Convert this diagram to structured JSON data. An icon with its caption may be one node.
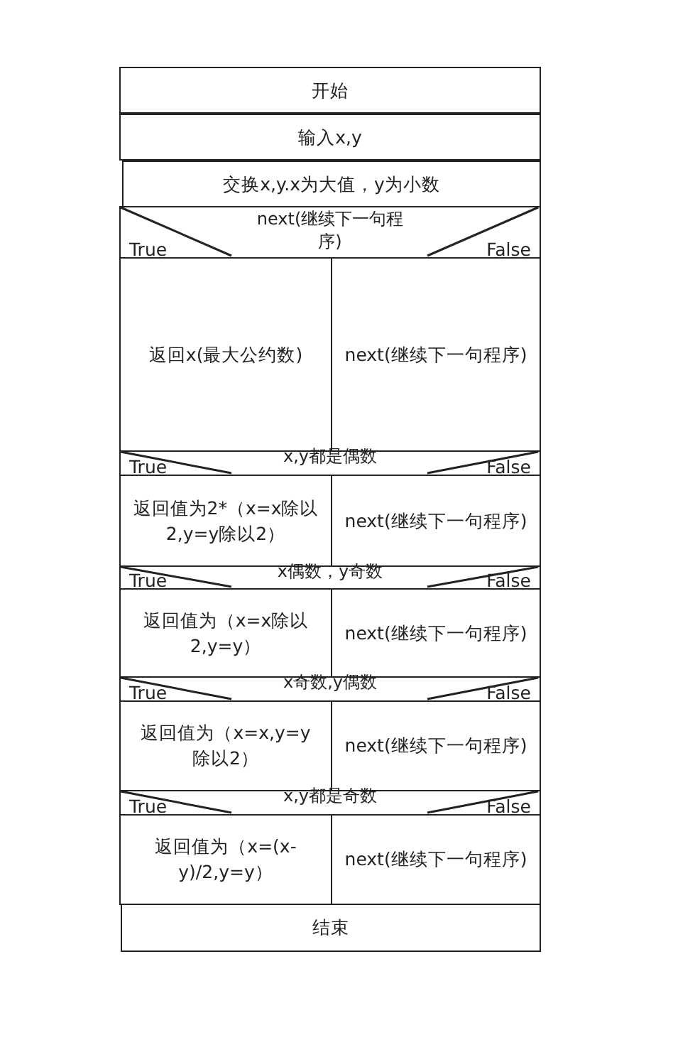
{
  "diagram": {
    "nodes": [
      {
        "text": [
          "开始"
        ]
      },
      {
        "text": [
          "输入x,y"
        ]
      },
      {
        "text": [
          "交换x,y.x为大值，y为小数"
        ]
      },
      {
        "text": [
          "next(继续下一句程序)",
          "True",
          "False"
        ]
      },
      {
        "text": [
          "返回x(最大公约数)"
        ]
      },
      {
        "text": [
          "next(继续下一句程序)"
        ]
      },
      {
        "text": [
          "True",
          "x,y都是偶数",
          "False"
        ]
      },
      {
        "text": [
          "返回值为2*（x=x除以2,y=y除以2）"
        ]
      },
      {
        "text": [
          "next(继续下一句程序)"
        ]
      },
      {
        "text": [
          "True",
          "x偶数，y奇数",
          "False"
        ]
      },
      {
        "text": [
          "返回值为（x=x除以2,y=y）"
        ]
      },
      {
        "text": [
          "next(继续下一句程序)"
        ]
      },
      {
        "text": [
          "True",
          "x奇数,y偶数",
          "False"
        ]
      },
      {
        "text": [
          "返回值为（x=x,y=y除以2）"
        ]
      },
      {
        "text": [
          "next(继续下一句程序)"
        ]
      },
      {
        "text": [
          "True",
          "x,y都是奇数",
          "False"
        ]
      },
      {
        "text": [
          "返回值为（x=(x-y)/2,y=y）"
        ]
      },
      {
        "text": [
          "next(继续下一句程序)"
        ]
      },
      {
        "text": [
          "结束"
        ]
      }
    ]
  }
}
